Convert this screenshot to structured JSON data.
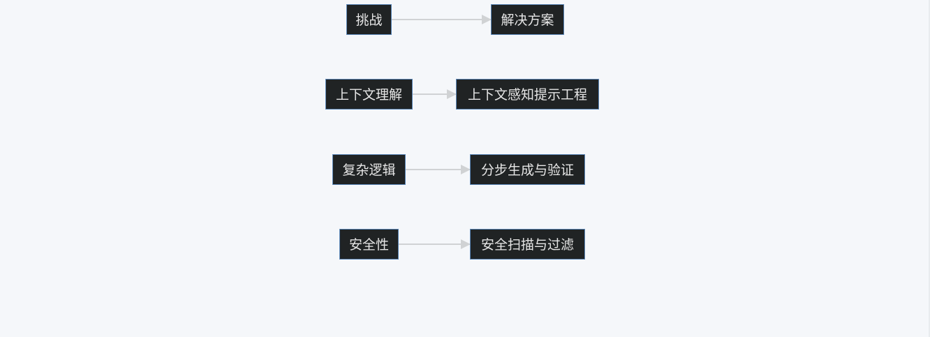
{
  "diagram": {
    "rows": [
      {
        "left": "挑战",
        "right": "解决方案"
      },
      {
        "left": "上下文理解",
        "right": "上下文感知提示工程"
      },
      {
        "left": "复杂逻辑",
        "right": "分步生成与验证"
      },
      {
        "left": "安全性",
        "right": "安全扫描与过滤"
      }
    ]
  },
  "colors": {
    "background": "#f5f7fa",
    "node_fill": "#202324",
    "node_border": "#5b87b8",
    "node_text": "#e6e6e6",
    "edge": "#d0d2d4"
  }
}
